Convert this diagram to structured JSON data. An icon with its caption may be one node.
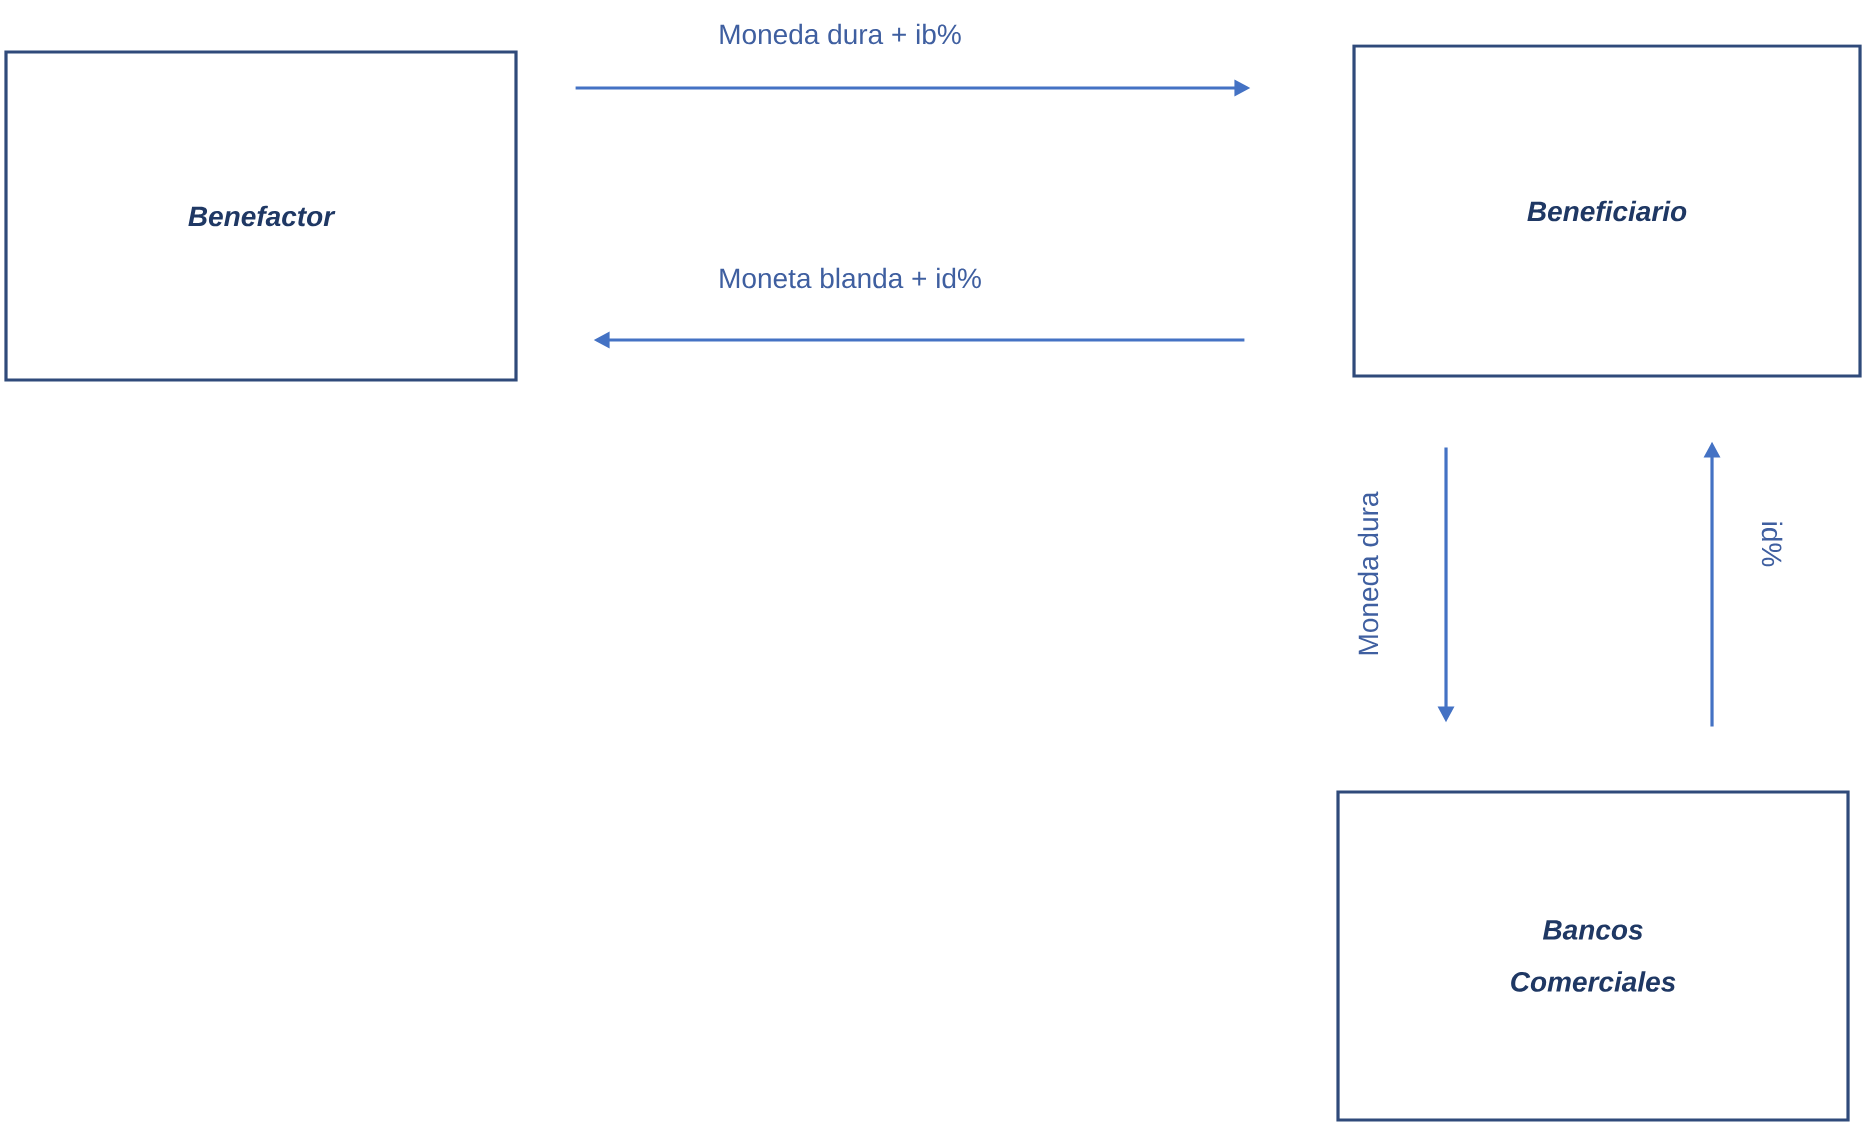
{
  "diagram": {
    "nodes": [
      {
        "text": [
          "Benefactor"
        ]
      },
      {
        "text": [
          "Beneficiario"
        ]
      },
      {
        "text": [
          "Bancos Comerciales"
        ]
      }
    ],
    "edges": [
      {
        "from": 0,
        "to": 1,
        "arrow": "to",
        "label": "Moneda dura + ib%"
      },
      {
        "from": 1,
        "to": 0,
        "arrow": "to",
        "label": "Moneta blanda + id%"
      },
      {
        "from": 1,
        "to": 2,
        "arrow": "to",
        "label": "Moneda dura"
      },
      {
        "from": 2,
        "to": 1,
        "arrow": "to",
        "label": "id%"
      }
    ]
  }
}
